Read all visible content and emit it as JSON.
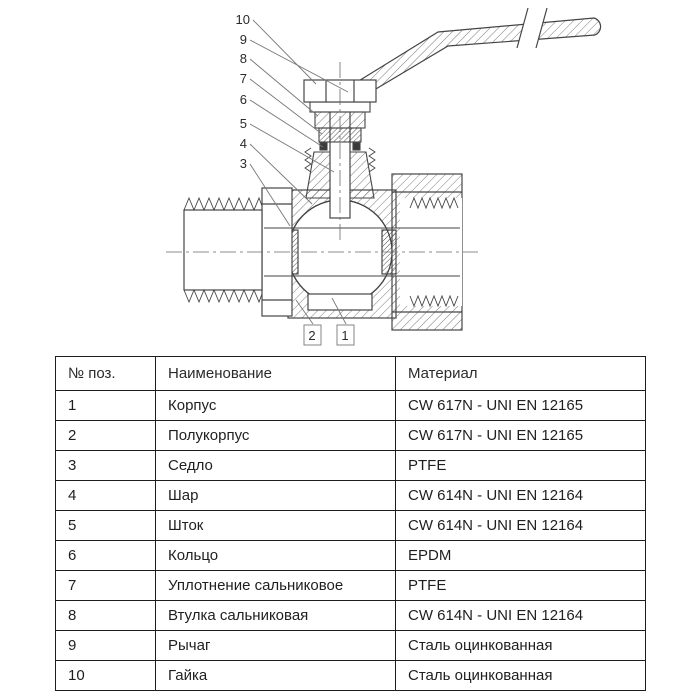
{
  "diagram": {
    "callouts": [
      "10",
      "9",
      "8",
      "7",
      "6",
      "5",
      "4",
      "3",
      "2",
      "1"
    ]
  },
  "table": {
    "headers": [
      "№ поз.",
      "Наименование",
      "Материал"
    ],
    "rows": [
      [
        "1",
        "Корпус",
        "CW 617N - UNI EN 12165"
      ],
      [
        "2",
        "Полукорпус",
        "CW 617N - UNI EN 12165"
      ],
      [
        "3",
        "Седло",
        "PTFE"
      ],
      [
        "4",
        "Шар",
        "CW 614N - UNI EN 12164"
      ],
      [
        "5",
        "Шток",
        "CW 614N - UNI EN 12164"
      ],
      [
        "6",
        "Кольцо",
        "EPDM"
      ],
      [
        "7",
        "Уплотнение сальниковое",
        "PTFE"
      ],
      [
        "8",
        "Втулка сальниковая",
        "CW 614N - UNI EN 12164"
      ],
      [
        "9",
        "Рычаг",
        "Сталь оцинкованная"
      ],
      [
        "10",
        "Гайка",
        "Сталь оцинкованная"
      ]
    ]
  }
}
